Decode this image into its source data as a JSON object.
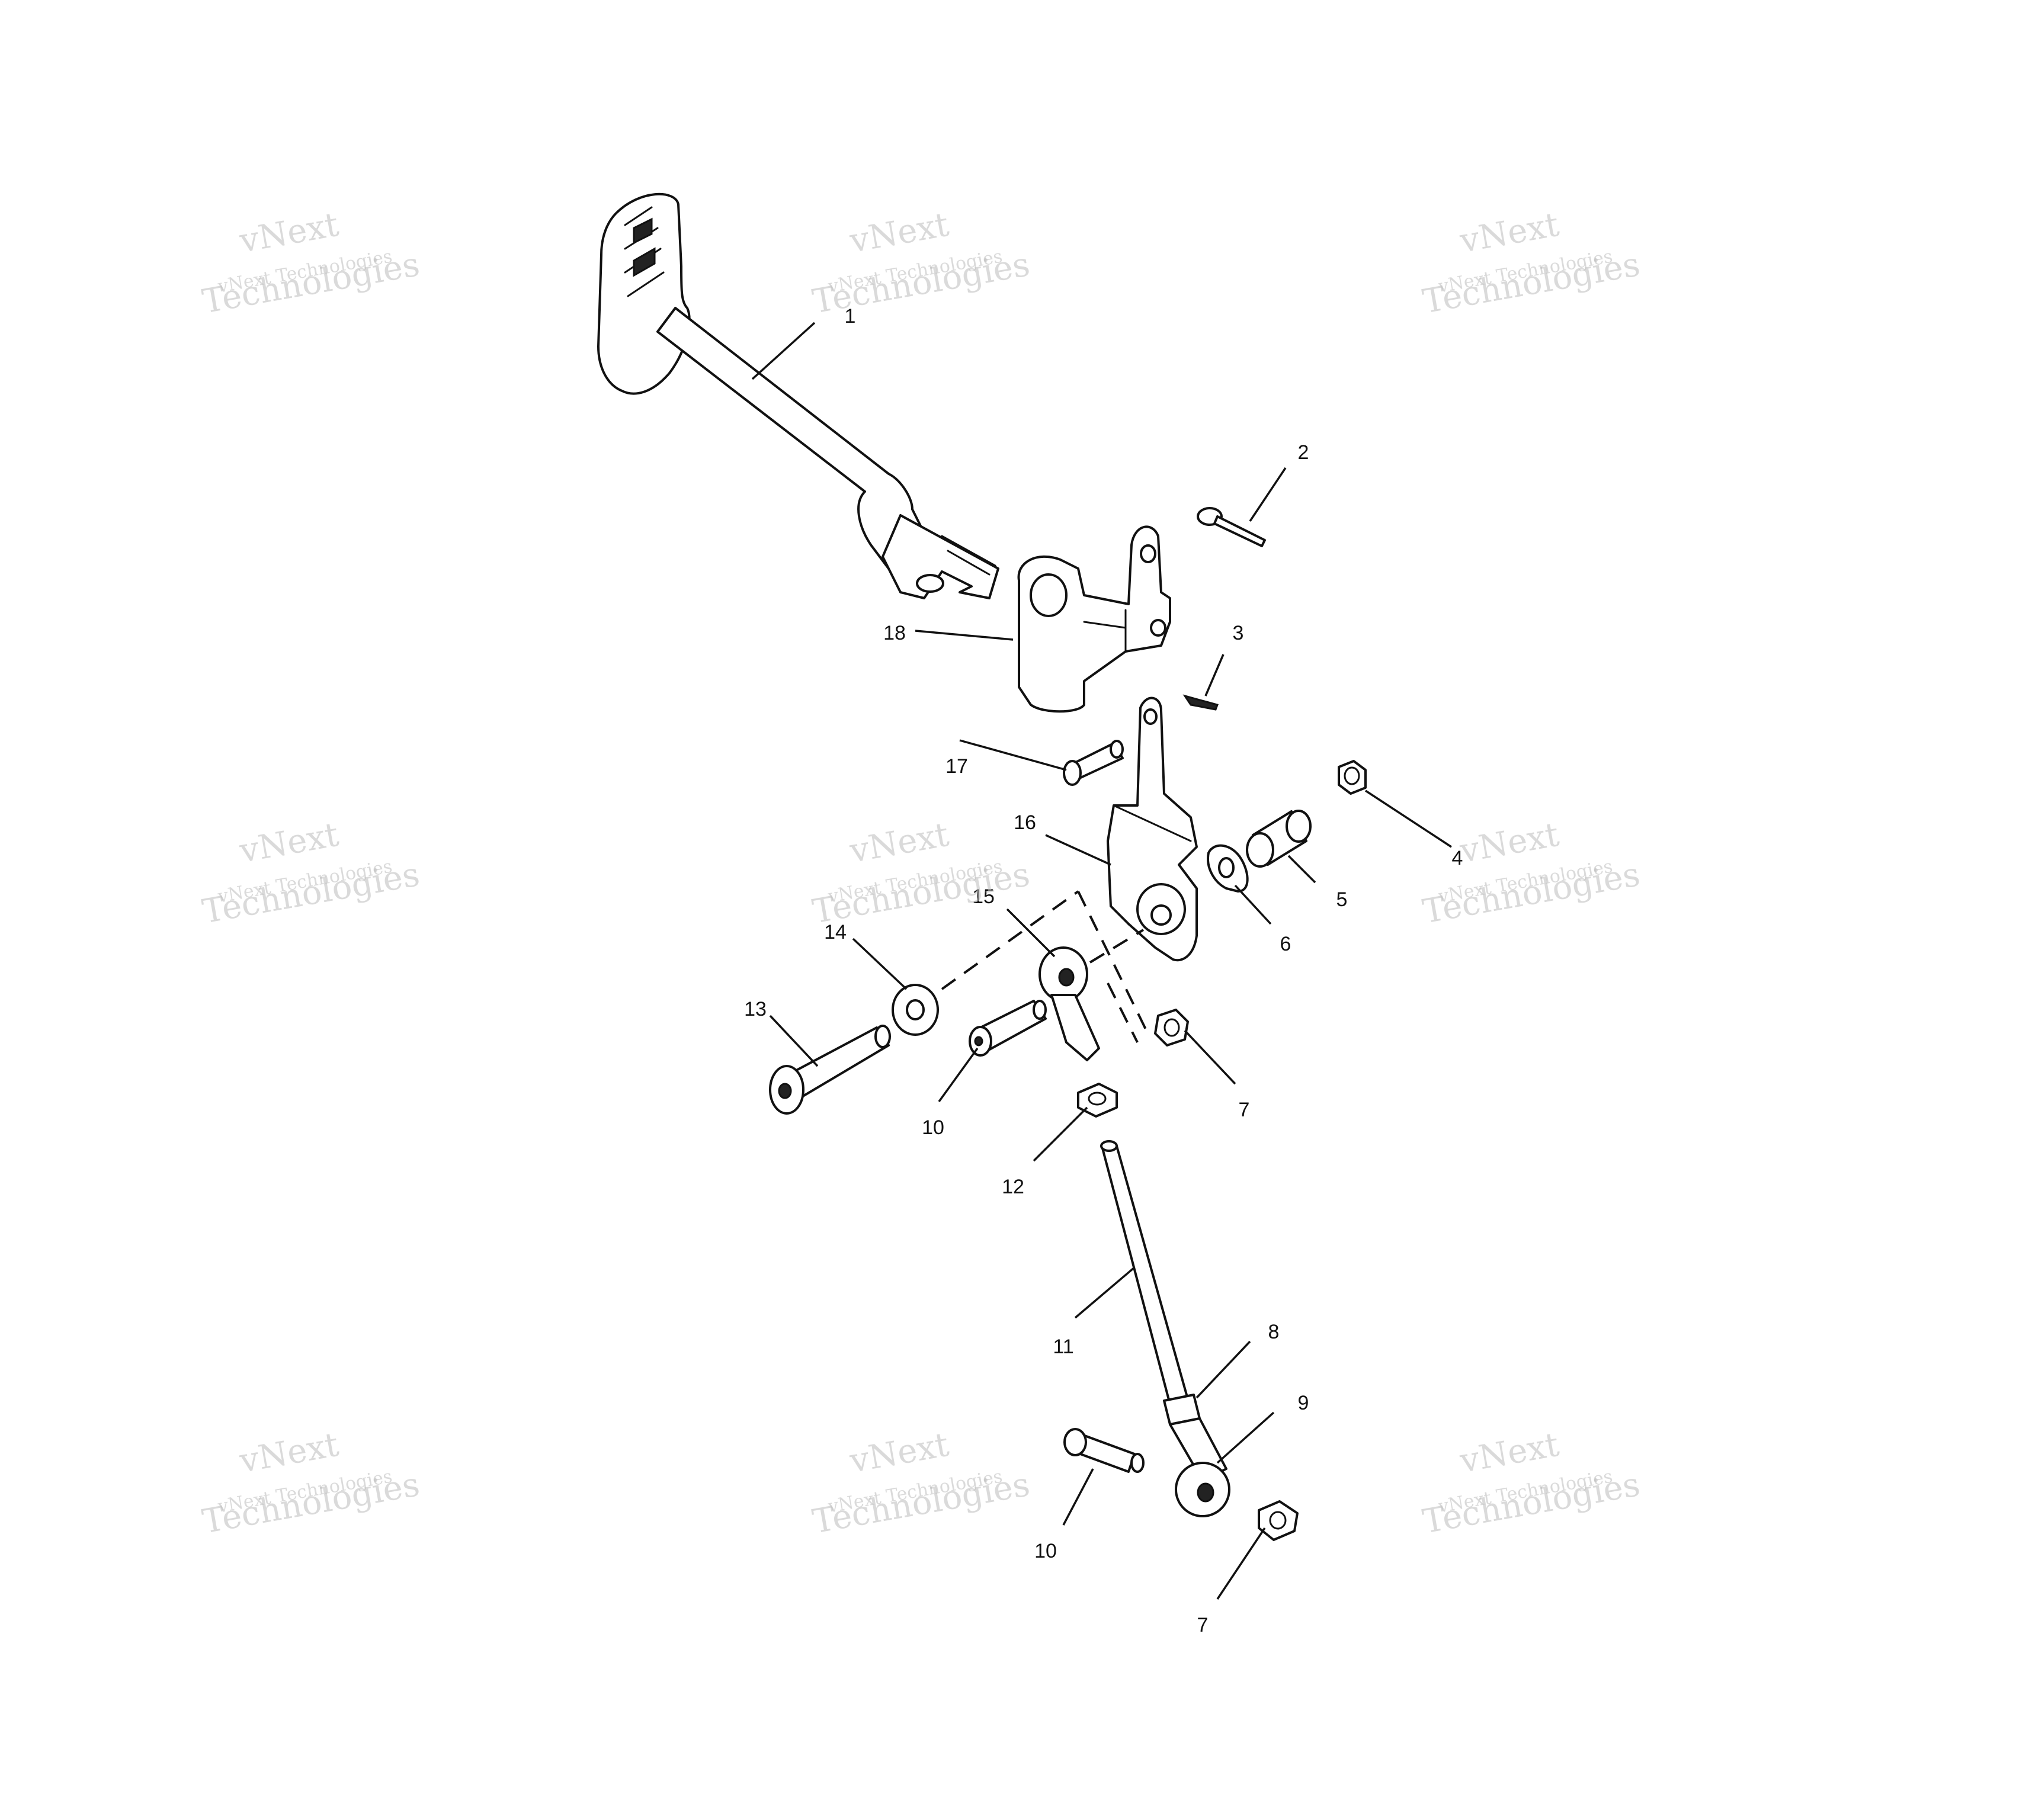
{
  "watermark": {
    "brand": "vNext",
    "company_line": "vNext Technologies",
    "big_word": "Technologies"
  },
  "callouts": [
    {
      "id": "1",
      "label": "1"
    },
    {
      "id": "2",
      "label": "2"
    },
    {
      "id": "3",
      "label": "3"
    },
    {
      "id": "4",
      "label": "4"
    },
    {
      "id": "5",
      "label": "5"
    },
    {
      "id": "6",
      "label": "6"
    },
    {
      "id": "7a",
      "label": "7"
    },
    {
      "id": "7b",
      "label": "7"
    },
    {
      "id": "8",
      "label": "8"
    },
    {
      "id": "9",
      "label": "9"
    },
    {
      "id": "10a",
      "label": "10"
    },
    {
      "id": "10b",
      "label": "10"
    },
    {
      "id": "11",
      "label": "11"
    },
    {
      "id": "12",
      "label": "12"
    },
    {
      "id": "13",
      "label": "13"
    },
    {
      "id": "14",
      "label": "14"
    },
    {
      "id": "15",
      "label": "15"
    },
    {
      "id": "16",
      "label": "16"
    },
    {
      "id": "17",
      "label": "17"
    },
    {
      "id": "18",
      "label": "18"
    }
  ]
}
